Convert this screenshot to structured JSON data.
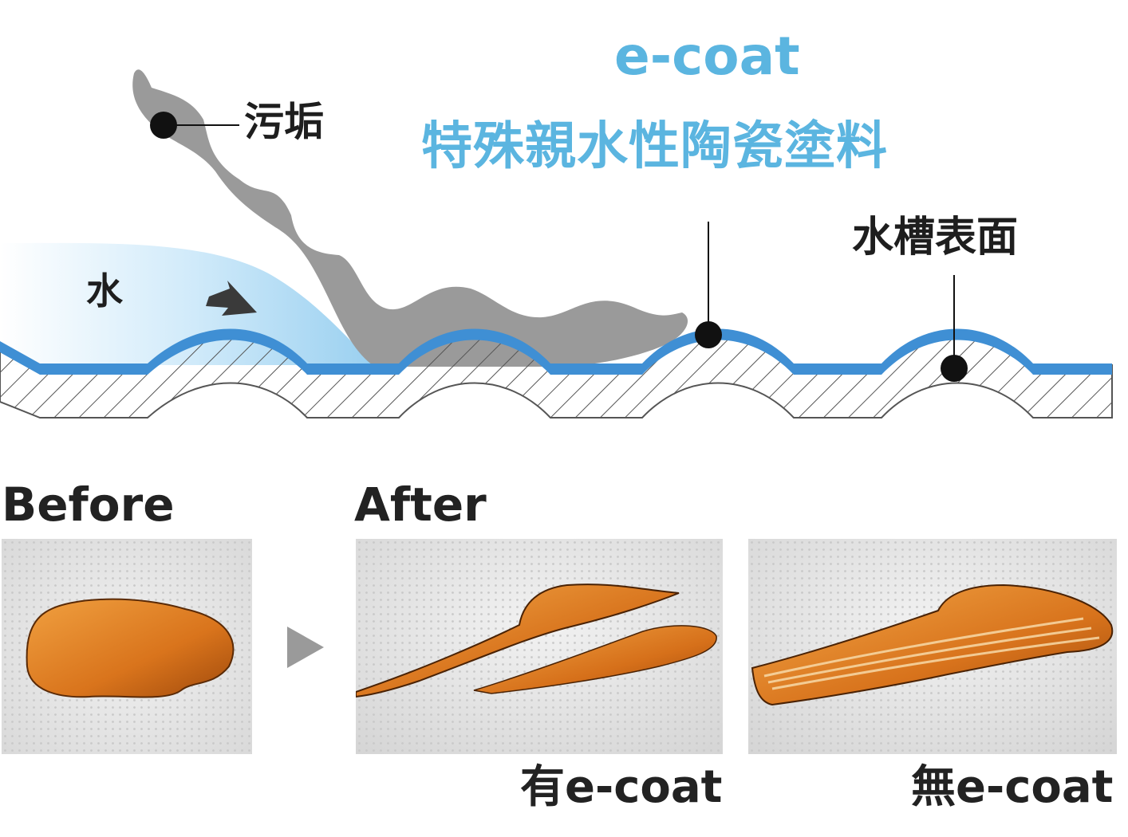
{
  "diagram": {
    "title_en": "e-coat",
    "title_zh": "特殊親水性陶瓷塗料",
    "dirt_label": "污垢",
    "water_label": "水",
    "surface_label": "水槽表面",
    "colors": {
      "coating": "#3f8fd4",
      "title": "#5bb5e0",
      "dirt": "#9a9a9a",
      "water_light": "#bfe2f7",
      "hatch": "#555555",
      "marker": "#111111"
    }
  },
  "comparison": {
    "before_label": "Before",
    "after_label": "After",
    "with_coat_label": "有e-coat",
    "without_coat_label": "無e-coat",
    "arrow_icon": "triangle-right-icon"
  }
}
